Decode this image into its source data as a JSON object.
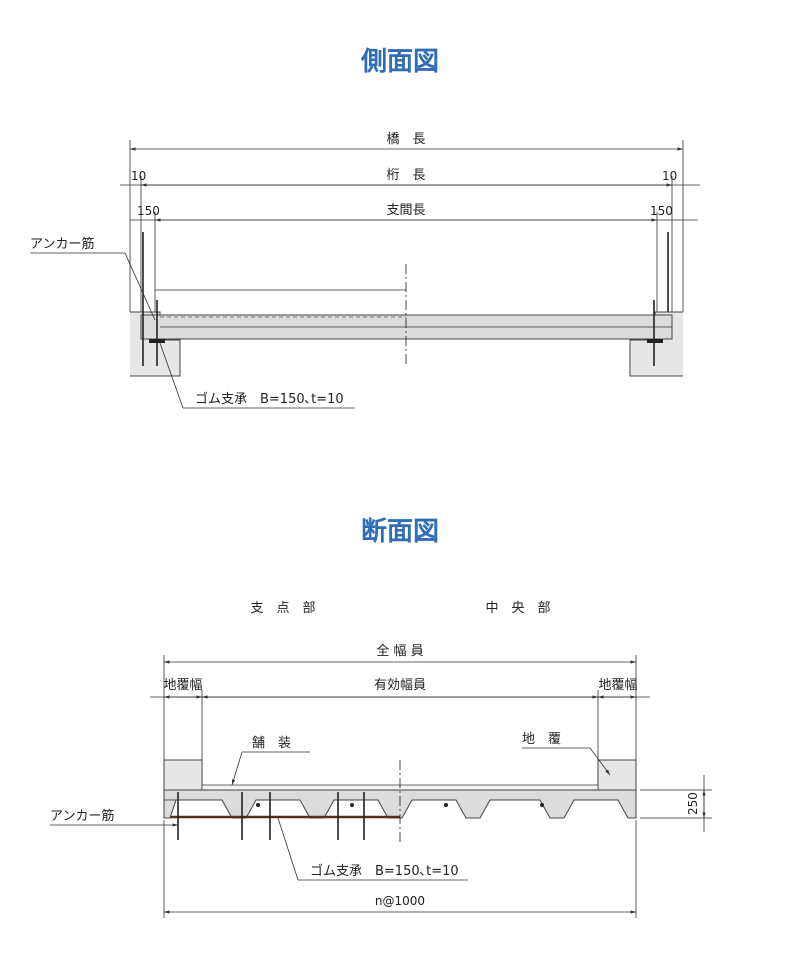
{
  "side_view": {
    "title": "側面図",
    "dim_bridge_length": "橋　長",
    "dim_girder_length": "桁　長",
    "dim_span_length": "支間長",
    "dim_left_10": "10",
    "dim_right_10": "10",
    "dim_left_150": "150",
    "dim_right_150": "150",
    "label_anchor": "アンカー筋",
    "label_bearing": "ゴム支承　B=150､t=10"
  },
  "section_view": {
    "title": "断面図",
    "label_support": "支　点　部",
    "label_center": "中　央　部",
    "dim_total_width": "全 幅 員",
    "dim_curb_left": "地覆幅",
    "dim_effective": "有効幅員",
    "dim_curb_right": "地覆幅",
    "label_curb": "地　覆",
    "label_pavement": "舗　装",
    "label_anchor": "アンカー筋",
    "label_bearing": "ゴム支承　B=150､t=10",
    "dim_height": "250",
    "dim_pitch": "n@1000"
  }
}
